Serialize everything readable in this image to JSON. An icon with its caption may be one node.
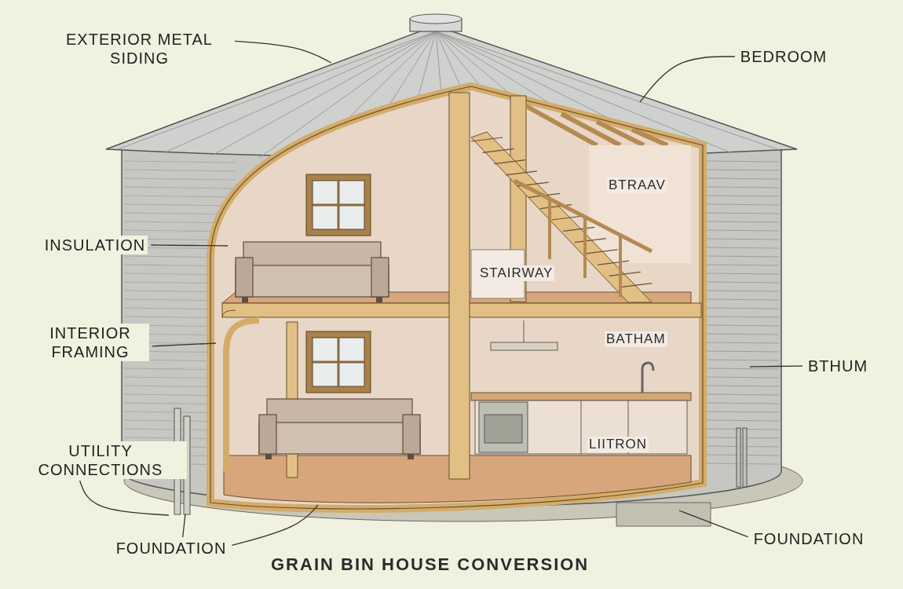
{
  "diagram": {
    "title": "GRAIN BIN HOUSE CONVERSION",
    "nodes": [
      {
        "text": [
          "EXTERIOR METAL SIDING"
        ]
      },
      {
        "text": [
          "BEDROOM"
        ]
      },
      {
        "text": [
          "INSULATION"
        ]
      },
      {
        "text": [
          "INTERIOR FRAMING"
        ]
      },
      {
        "text": [
          "UTILITY CONNECTIONS"
        ]
      },
      {
        "text": [
          "FOUNDATION"
        ]
      },
      {
        "text": [
          "FOUNDATION"
        ]
      },
      {
        "text": [
          "BTHUM"
        ]
      }
    ],
    "edges": [
      {
        "from": 0,
        "to": null,
        "arrow": "none"
      },
      {
        "from": 1,
        "to": null,
        "arrow": "none"
      },
      {
        "from": 2,
        "to": null,
        "arrow": "none"
      },
      {
        "from": 3,
        "to": null,
        "arrow": "none"
      },
      {
        "from": 4,
        "to": null,
        "arrow": "none"
      },
      {
        "from": 5,
        "to": null,
        "arrow": "none"
      },
      {
        "from": 5,
        "to": null,
        "arrow": "none"
      },
      {
        "from": 6,
        "to": null,
        "arrow": "none"
      },
      {
        "from": 7,
        "to": null,
        "arrow": "none"
      }
    ],
    "labels": [
      "BTRAAV",
      "STAIRWAY",
      "BATHAM",
      "LIITRON"
    ]
  }
}
